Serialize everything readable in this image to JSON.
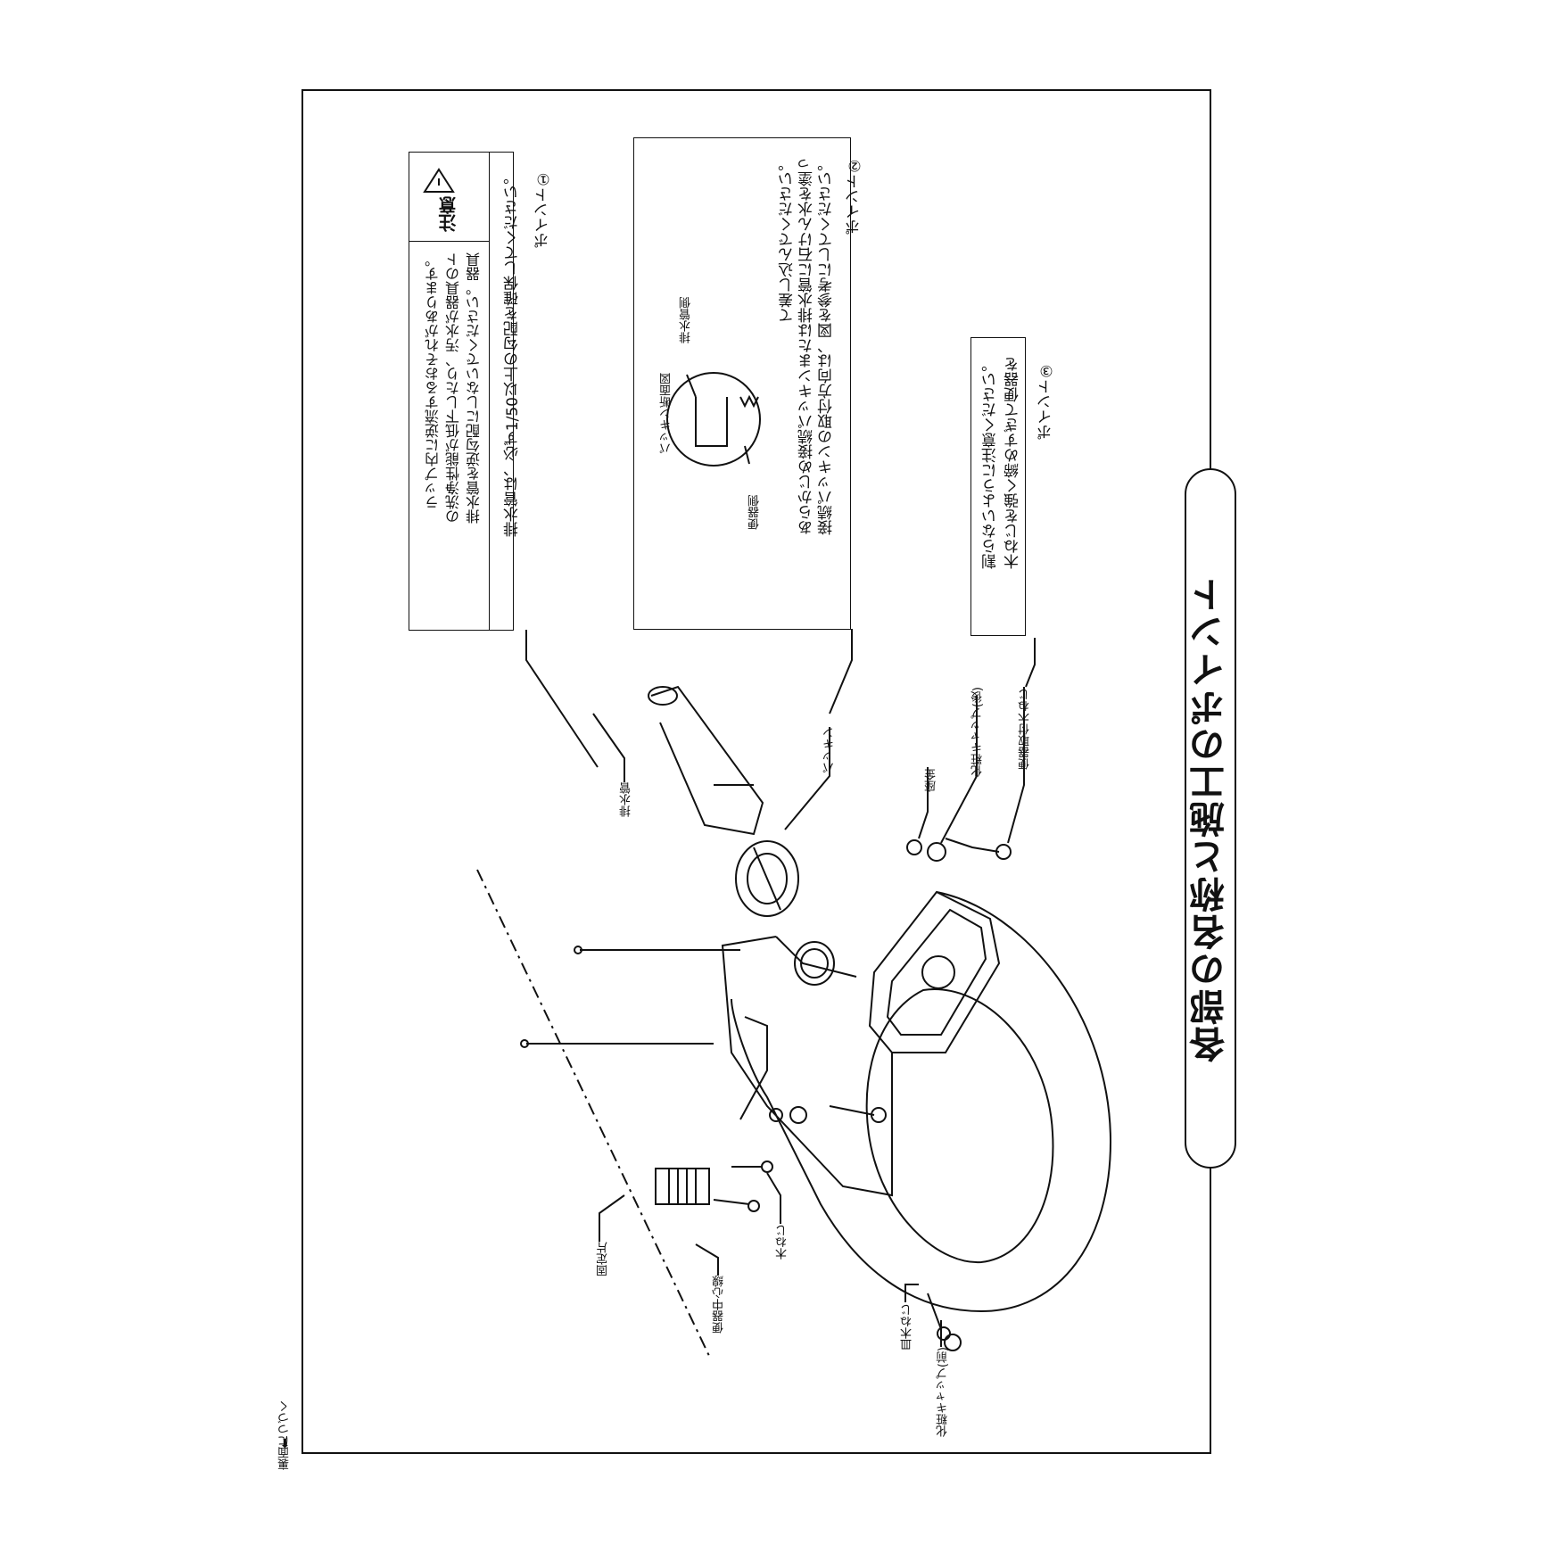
{
  "title": "各部の名称と施工のポイント",
  "points": {
    "point1": {
      "heading": "ポイント①",
      "text": "排水管は、必ず1/50以上の勾配を確保してください。",
      "caution": {
        "label": "注意",
        "line1": "排水管を逆勾配にしないでください。器具",
        "line2": "の洗浄性能が低下したり、汚水が器具のト",
        "line3": "ラップ内に逆流するおそれがあります。"
      }
    },
    "point2": {
      "heading": "ポイント②",
      "line1": "接続パッキンの取付方向は、図を参考にしてください。",
      "line2": "あらかじめ接続パッキンまたは排水管に石けん水を塗っ",
      "line3": "て差し込んでください。",
      "label_drain_side": "排水管側",
      "label_toilet_side": "便器側",
      "label_section": "パッキン断面図"
    },
    "point3": {
      "heading": "ポイント③",
      "line1": "木ねじを強く締めすぎて便器を",
      "line2": "割らないように注意ください。"
    }
  },
  "parts": {
    "mounting_screw": "便器取付木ねじ",
    "cap_rear": "化粧キャップ(後)",
    "washer": "座金",
    "packing": "パッキン",
    "drain_pipe": "排水管",
    "wood_screw": "木ねじ",
    "fixing_piece": "固定片",
    "center_line": "便器中心線",
    "dish_screw": "皿木ねじ",
    "cap_front": "化粧キャップ(前)"
  },
  "footer": {
    "continue": "裏面につづく"
  }
}
